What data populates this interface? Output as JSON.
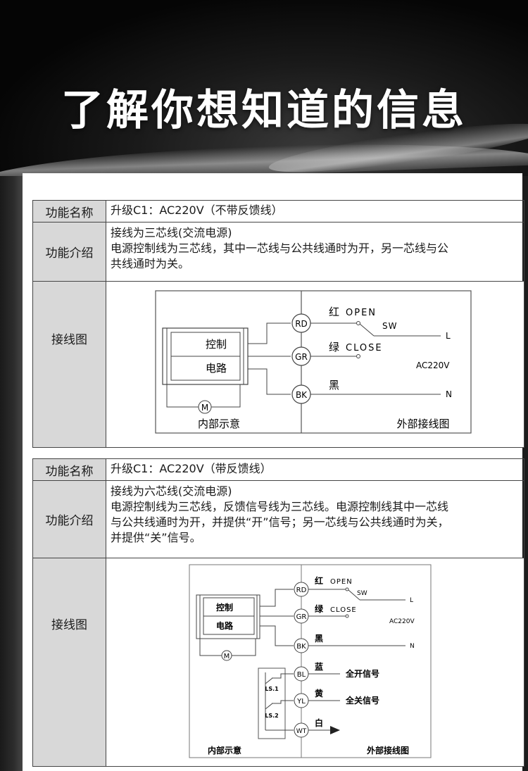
{
  "header": {
    "title": "了解你想知道的信息"
  },
  "sections": [
    {
      "name_label": "功能名称",
      "name_value": "升级C1：AC220V（不带反馈线）",
      "intro_label": "功能介绍",
      "intro_lines": [
        "接线为三芯线(交流电源)",
        "电源控制线为三芯线，其中一芯线与公共线通时为开，另一芯线与公",
        "共线通时为关。"
      ],
      "diagram_label": "接线图",
      "diagram": {
        "ctrl_top": "控制",
        "ctrl_bottom": "电路",
        "motor": "M",
        "internal": "内部示意",
        "external": "外部接线图",
        "rd": "RD",
        "gr": "GR",
        "bk": "BK",
        "red": "红",
        "open": "OPEN",
        "green": "绿",
        "close": "CLOSE",
        "black": "黑",
        "sw": "SW",
        "l": "L",
        "n": "N",
        "ac": "AC220V"
      }
    },
    {
      "name_label": "功能名称",
      "name_value": "升级C1：AC220V（带反馈线）",
      "intro_label": "功能介绍",
      "intro_lines": [
        "接线为六芯线(交流电源)",
        "电源控制线为三芯线，反馈信号线为三芯线。电源控制线其中一芯线",
        "与公共线通时为开，并提供“开”信号；另一芯线与公共线通时为关，",
        "并提供“关”信号。"
      ],
      "diagram_label": "接线图",
      "diagram": {
        "ctrl_top": "控制",
        "ctrl_bottom": "电路",
        "motor": "M",
        "internal": "内部示意",
        "external": "外部接线图",
        "rd": "RD",
        "gr": "GR",
        "bk": "BK",
        "bl": "BL",
        "yl": "YL",
        "wt": "WT",
        "red": "红",
        "open": "OPEN",
        "green": "绿",
        "close": "CLOSE",
        "black": "黑",
        "blue": "蓝",
        "yellow": "黄",
        "white": "白",
        "sw": "SW",
        "l": "L",
        "n": "N",
        "ac": "AC220V",
        "ls1": "LS.1",
        "ls2": "LS.2",
        "full_open": "全开信号",
        "full_close": "全关信号"
      }
    }
  ]
}
